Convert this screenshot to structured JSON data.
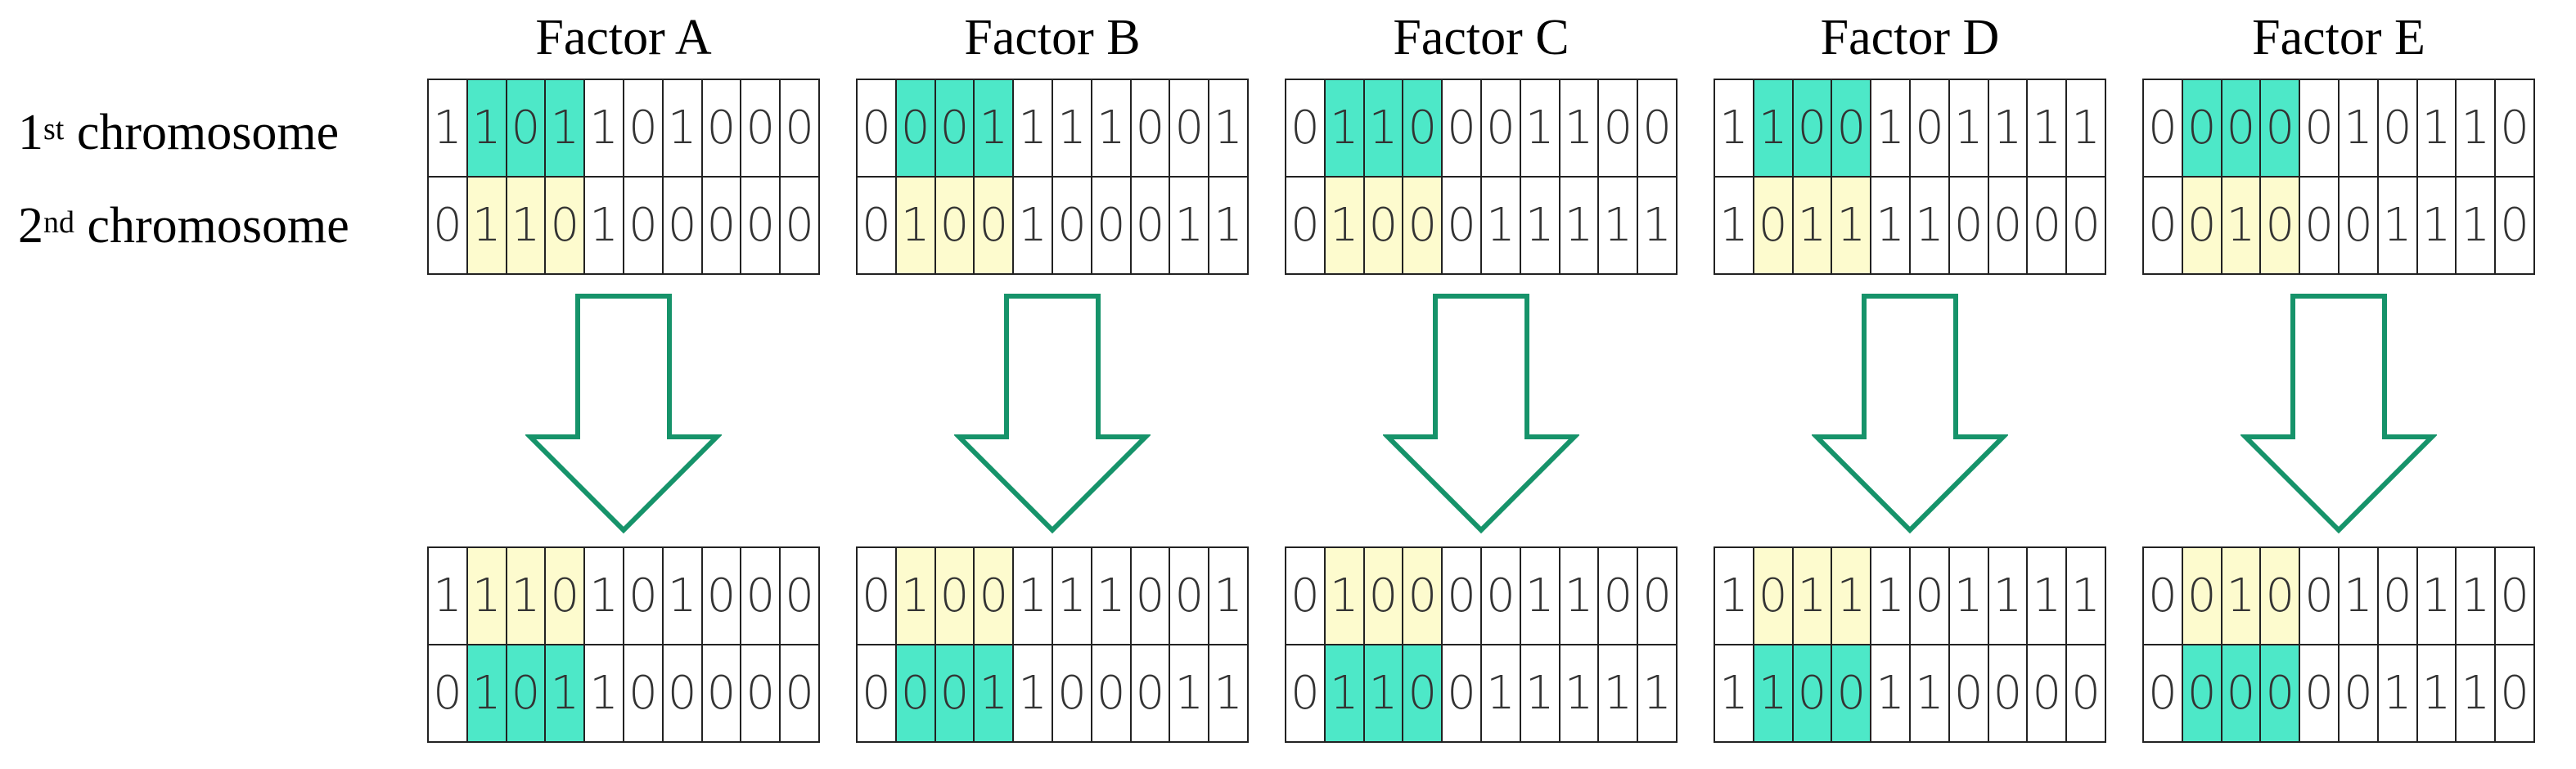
{
  "row_labels": {
    "first": {
      "num": "1",
      "sup": "st",
      "text": " chromosome"
    },
    "second": {
      "num": "2",
      "sup": "nd",
      "text": " chromosome"
    }
  },
  "colors": {
    "crossover_first": "#4de8c8",
    "crossover_second": "#fdfbce",
    "arrow": "#16936a",
    "grid_border": "#222222"
  },
  "crossover_positions": [
    1,
    2,
    3
  ],
  "factors": [
    {
      "title": "Factor A",
      "before": {
        "first": "1101101000",
        "second": "0110100000"
      },
      "after": {
        "first": "1110101000",
        "second": "0101100000"
      }
    },
    {
      "title": "Factor B",
      "before": {
        "first": "0001111001",
        "second": "0100100011"
      },
      "after": {
        "first": "0100111001",
        "second": "0001100011"
      }
    },
    {
      "title": "Factor C",
      "before": {
        "first": "0110001100",
        "second": "0100011111"
      },
      "after": {
        "first": "0100001100",
        "second": "0110011111"
      }
    },
    {
      "title": "Factor D",
      "before": {
        "first": "1100101111",
        "second": "1011110000"
      },
      "after": {
        "first": "1011101111",
        "second": "1100110000"
      }
    },
    {
      "title": "Factor E",
      "before": {
        "first": "0000010110",
        "second": "0010001110"
      },
      "after": {
        "first": "0010010110",
        "second": "0000001110"
      }
    }
  ]
}
